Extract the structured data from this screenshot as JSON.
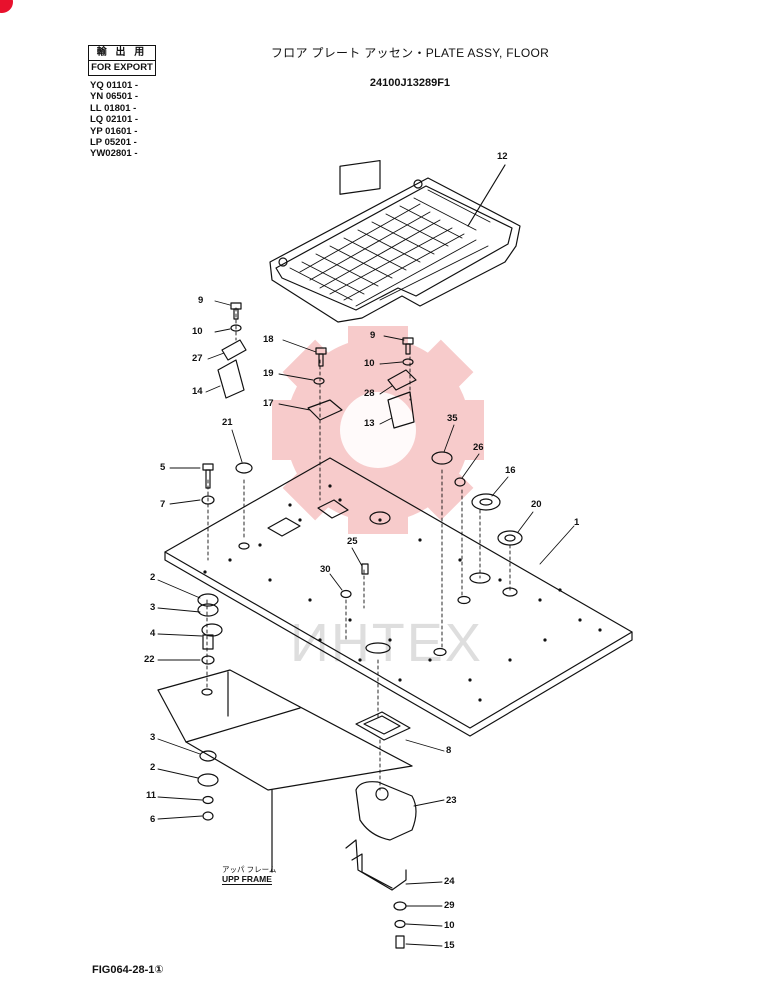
{
  "header": {
    "export_label_jp": "輸 出 用",
    "export_label_en": "FOR EXPORT",
    "serials": [
      "YQ 01101 -",
      "YN 06501 -",
      "LL 01801 -",
      "LQ 02101 -",
      "YP 01601 -",
      "LP 05201 -",
      "YW02801 -"
    ],
    "title": "フロア プレート アッセン・PLATE ASSY, FLOOR",
    "part_number": "24100J13289F1"
  },
  "footer": {
    "figure_id": "FIG064-28-1①"
  },
  "frame_label": {
    "jp": "アッパ フレーム",
    "en": "UPP FRAME"
  },
  "watermark": {
    "text": "ИНТЕХ",
    "logo": "gear-logo"
  },
  "callouts": {
    "c12": "12",
    "c9a": "9",
    "c10a": "10",
    "c27": "27",
    "c14": "14",
    "c18": "18",
    "c19": "19",
    "c17": "17",
    "c21": "21",
    "c9b": "9",
    "c10b": "10",
    "c28": "28",
    "c13": "13",
    "c35": "35",
    "c26": "26",
    "c16": "16",
    "c20": "20",
    "c1": "1",
    "c5": "5",
    "c7": "7",
    "c25": "25",
    "c30": "30",
    "c2a": "2",
    "c3a": "3",
    "c4": "4",
    "c22": "22",
    "c8": "8",
    "c3b": "3",
    "c2b": "2",
    "c11": "11",
    "c6": "6",
    "c23": "23",
    "c24": "24",
    "c29": "29",
    "c10c": "10",
    "c15": "15"
  },
  "colors": {
    "ink": "#111111",
    "watermark_red": "#f4b6b6",
    "corner_red": "#e8112d"
  }
}
